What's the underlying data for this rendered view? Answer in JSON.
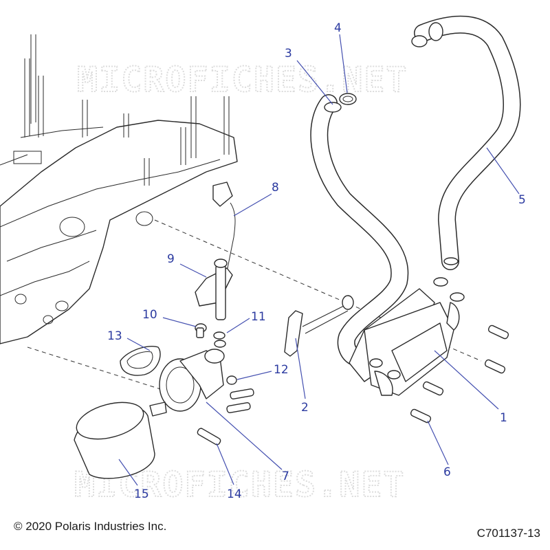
{
  "watermark": "MICROFICHES.NET",
  "callouts": [
    {
      "label": "1"
    },
    {
      "label": "2"
    },
    {
      "label": "3"
    },
    {
      "label": "4"
    },
    {
      "label": "5"
    },
    {
      "label": "6"
    },
    {
      "label": "7"
    },
    {
      "label": "8"
    },
    {
      "label": "9"
    },
    {
      "label": "10"
    },
    {
      "label": "11"
    },
    {
      "label": "12"
    },
    {
      "label": "13"
    },
    {
      "label": "14"
    },
    {
      "label": "15"
    }
  ],
  "footer": {
    "copyright": "© 2020 Polaris Industries Inc.",
    "drawing_code": "C701137-13"
  },
  "colors": {
    "callout": "#2b3aa0",
    "line": "#2a2a2a",
    "watermark": "#dcdcdc"
  }
}
